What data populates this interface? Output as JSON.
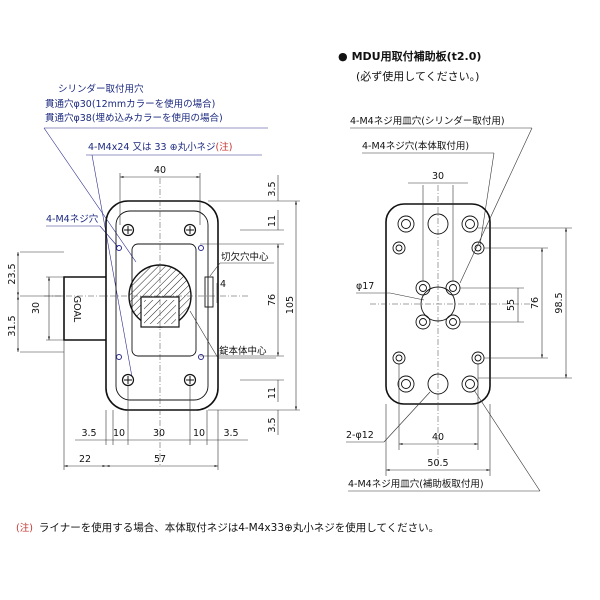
{
  "left_view": {
    "callout_cyl_title": "シリンダー取付用穴",
    "callout_cyl_line1": "貫通穴φ30(12mmカラーを使用の場合)",
    "callout_cyl_line2": "貫通穴φ38(埋め込みカラーを使用の場合)",
    "screw_label_main": "4-M4x24 又は 33",
    "screw_label_tail": "丸小ネジ",
    "screw_note_mark": "(注)",
    "m4_holes": "4-M4ネジ穴",
    "notch_center": "切欠穴中心",
    "lock_center": "錠本体中心",
    "brand": "GOAL",
    "dims": {
      "top_width": "40",
      "inner_4": "4",
      "h_76": "76",
      "h_105": "105",
      "r_3_5_top": "3.5",
      "r_11_top": "11",
      "r_11_bot": "11",
      "r_3_5_bot": "3.5",
      "l_23_5": "23.5",
      "l_30": "30",
      "l_31_5": "31.5",
      "b_3_5_a": "3.5",
      "b_10_a": "10",
      "b_30": "30",
      "b_10_b": "10",
      "b_3_5_b": "3.5",
      "b_22": "22",
      "b_57": "57"
    }
  },
  "right_view": {
    "title_bullet": "●",
    "title": "MDU用取付補助板(t2.0)",
    "subtitle": "(必ず使用してください。)",
    "callout_countersunk_cyl": "4-M4ネジ用皿穴(シリンダー取付用)",
    "callout_m4_body": "4-M4ネジ穴(本体取付用)",
    "callout_phi17": "φ17",
    "callout_2phi12": "2-φ12",
    "callout_countersunk_plate": "4-M4ネジ用皿穴(補助板取付用)",
    "dims": {
      "top_30": "30",
      "h_55": "55",
      "h_76": "76",
      "h_98_5": "98.5",
      "b_40": "40",
      "b_50_5": "50.5"
    }
  },
  "footer_note": {
    "mark": "(注)",
    "text": "ライナーを使用する場合、本体取付ネジは4-M4x33⊕丸小ネジを使用してください。"
  },
  "colors": {
    "blue_label": "#1c2a80",
    "red_note": "#c0322e",
    "line": "#111111"
  }
}
